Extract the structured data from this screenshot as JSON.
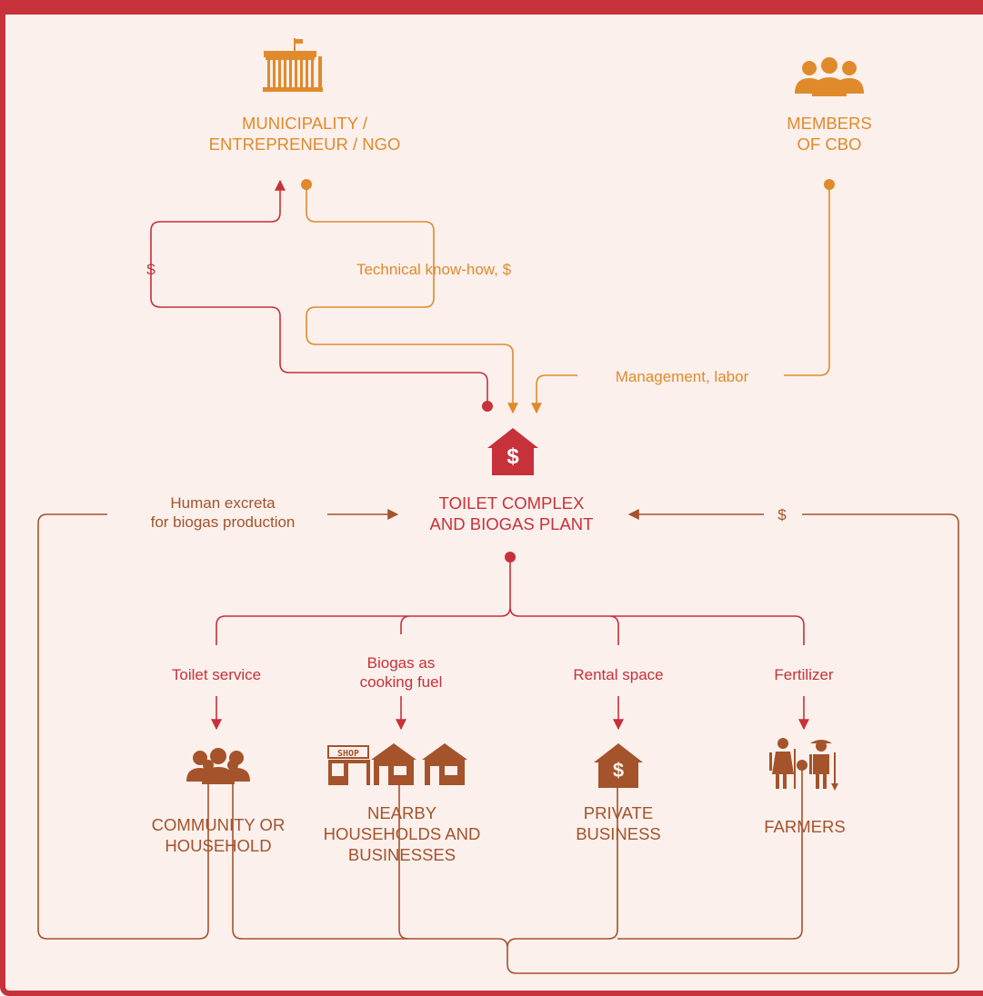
{
  "colors": {
    "red": "#c7313a",
    "orange": "#e08a2c",
    "brown": "#a4532b",
    "background": "#fbf0ec"
  },
  "nodes": {
    "municipality": {
      "label": "MUNICIPALITY /\nENTREPRENEUR / NGO",
      "icon": "government-building-icon"
    },
    "cbo": {
      "label": "MEMBERS\nOF CBO",
      "icon": "people-group-icon"
    },
    "toilet_complex": {
      "label": "TOILET COMPLEX\nAND BIOGAS PLANT",
      "icon": "house-dollar-icon",
      "icon_text": "$"
    },
    "community": {
      "label": "COMMUNITY OR\nHOUSEHOLD",
      "icon": "people-group-icon"
    },
    "nearby": {
      "label": "NEARBY\nHOUSEHOLDS AND\nBUSINESSES",
      "icon": "shop-and-houses-icon",
      "shop_sign": "SHOP"
    },
    "private_business": {
      "label": "PRIVATE\nBUSINESS",
      "icon": "house-dollar-icon",
      "icon_text": "$"
    },
    "farmers": {
      "label": "FARMERS",
      "icon": "farmers-icon"
    }
  },
  "flows": {
    "payment_to_municipality": "$",
    "technical_knowhow": "Technical know-how, $",
    "management_labor": "Management, labor",
    "human_excreta": "Human excreta\nfor biogas production",
    "payment_to_complex": "$",
    "toilet_service": "Toilet service",
    "biogas_fuel": "Biogas as\ncooking fuel",
    "rental_space": "Rental space",
    "fertilizer": "Fertilizer"
  }
}
